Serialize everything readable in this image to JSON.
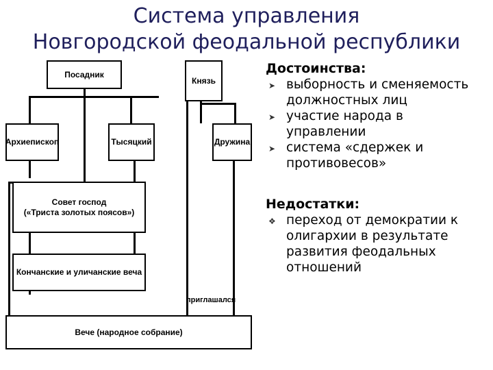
{
  "title": {
    "line1": "Система управления",
    "line2": "Новгородской феодальной республики"
  },
  "diagram": {
    "posadnik": "Посадник",
    "knyaz": "Князь",
    "arkhiepiskop": "Архиепископ",
    "tysyatsky": "Тысяцкий",
    "druzhina": "Дружина",
    "sovet_line1": "Совет господ",
    "sovet_line2": "(«Триста золотых поясов»)",
    "konchanskie": "Кончанские и уличанские веча",
    "priglashalsya": "приглашался",
    "veche": "Вече (народное собрание)"
  },
  "advantages": {
    "heading": "Достоинства:",
    "items": [
      "выборность и сменяемость должностных лиц",
      "участие народа в управлении",
      "система «сдержек и противовесов»"
    ]
  },
  "disadvantages": {
    "heading": "Недостатки:",
    "items": [
      "переход от демократии к олигархии  в результате развития феодальных отношений"
    ]
  },
  "colors": {
    "title": "#1f1f5c"
  },
  "icons": {
    "advantage_bullet": "arrow-bullet-icon",
    "disadvantage_bullet": "diamond-bullet-icon"
  }
}
